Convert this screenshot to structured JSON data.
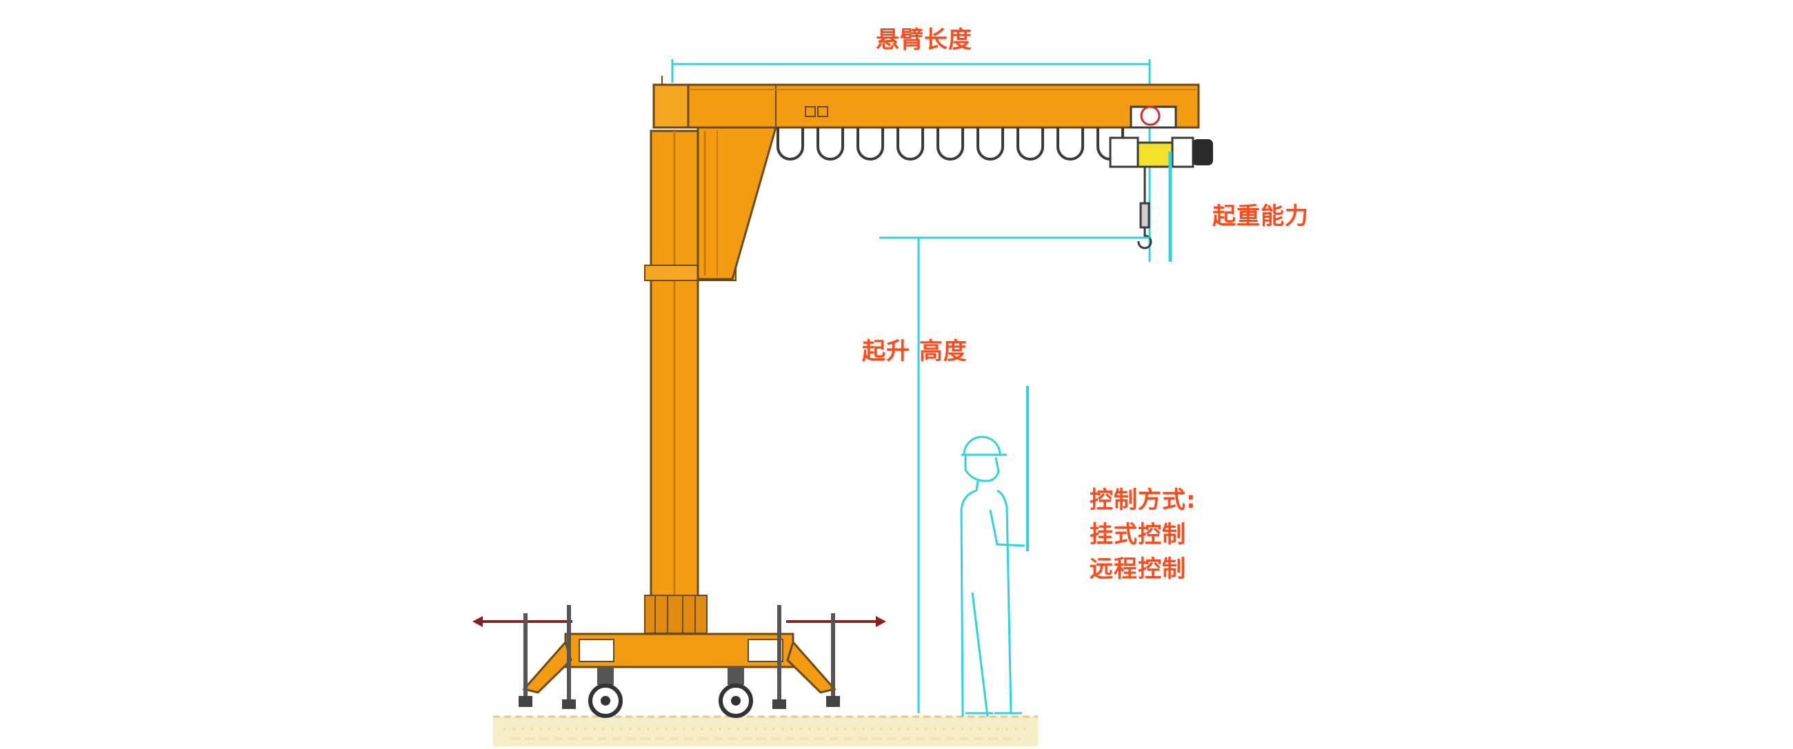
{
  "labels": {
    "jib_length": "悬臂长度",
    "lifting_capacity": "起重能力",
    "lifting_height": "起升 高度",
    "control_mode": "控制方式:",
    "control_pendant": "挂式控制",
    "control_remote": "远程控制"
  },
  "colors": {
    "crane": "#f39c12",
    "crane_dark": "#c97a08",
    "outline": "#6b4a12",
    "dimension": "#2fd2e0",
    "label": "#ff4a1c",
    "ground": "#f3e8b4"
  }
}
